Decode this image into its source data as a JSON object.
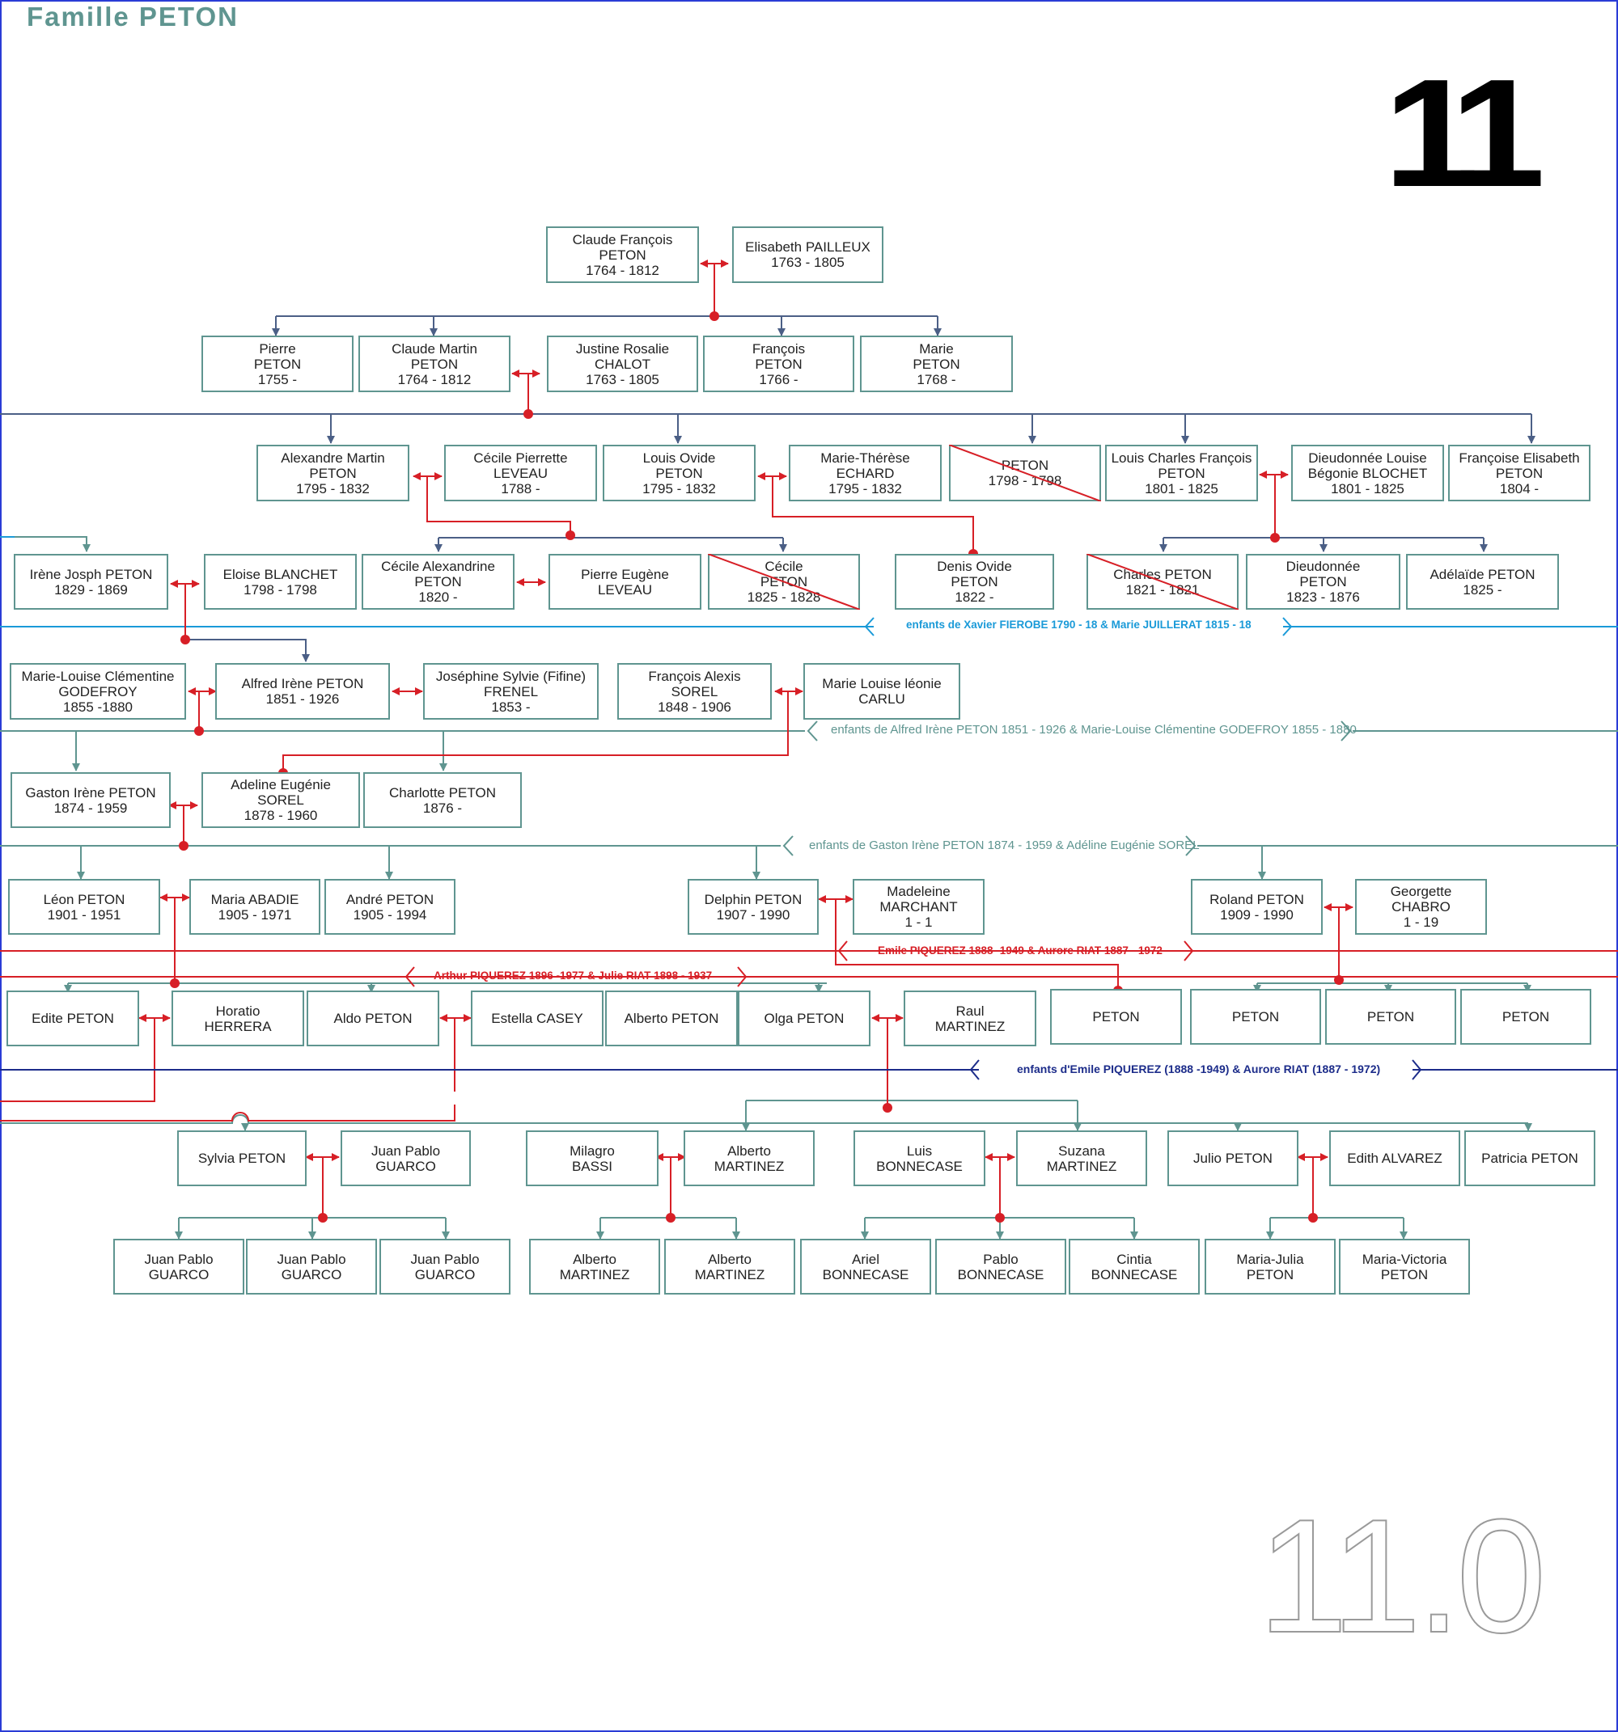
{
  "header": {
    "title": "Famille PETON",
    "page_number": "11",
    "page_code": "11.0"
  },
  "persons": [
    {
      "id": "p1",
      "lines": [
        "Claude François",
        "PETON",
        "1764 - 1812"
      ]
    },
    {
      "id": "p2",
      "lines": [
        "Elisabeth PAILLEUX",
        "1763 - 1805"
      ]
    },
    {
      "id": "p3",
      "lines": [
        "Pierre",
        "PETON",
        "1755 -"
      ]
    },
    {
      "id": "p4",
      "lines": [
        "Claude Martin",
        "PETON",
        "1764 - 1812"
      ]
    },
    {
      "id": "p5",
      "lines": [
        "Justine Rosalie",
        "CHALOT",
        "1763 - 1805"
      ]
    },
    {
      "id": "p6",
      "lines": [
        "François",
        "PETON",
        "1766 -"
      ]
    },
    {
      "id": "p7",
      "lines": [
        "Marie",
        "PETON",
        "1768 -"
      ]
    },
    {
      "id": "p8",
      "lines": [
        "Alexandre Martin",
        "PETON",
        "1795 - 1832"
      ]
    },
    {
      "id": "p9",
      "lines": [
        "Cécile Pierrette",
        "LEVEAU",
        "1788 -"
      ]
    },
    {
      "id": "p10",
      "lines": [
        "Louis Ovide",
        "PETON",
        "1795 - 1832"
      ]
    },
    {
      "id": "p11",
      "lines": [
        "Marie-Thérèse",
        "ECHARD",
        "1795 - 1832"
      ]
    },
    {
      "id": "p12",
      "lines": [
        "PETON",
        "1798 - 1798"
      ],
      "crossed": true
    },
    {
      "id": "p13",
      "lines": [
        "Louis Charles François",
        "PETON",
        "1801 - 1825"
      ]
    },
    {
      "id": "p14",
      "lines": [
        "Dieudonnée Louise",
        "Bégonie  BLOCHET",
        "1801 - 1825"
      ]
    },
    {
      "id": "p15",
      "lines": [
        "Françoise Elisabeth",
        "PETON",
        "1804 -"
      ]
    },
    {
      "id": "p16",
      "lines": [
        "Irène Josph  PETON",
        "1829 - 1869"
      ]
    },
    {
      "id": "p17",
      "lines": [
        "Eloise BLANCHET",
        "1798 - 1798"
      ]
    },
    {
      "id": "p18",
      "lines": [
        "Cécile Alexandrine",
        "PETON",
        "1820 -"
      ]
    },
    {
      "id": "p19",
      "lines": [
        "Pierre Eugène",
        "LEVEAU"
      ]
    },
    {
      "id": "p20",
      "lines": [
        "Cécile",
        "PETON",
        "1825 - 1828"
      ],
      "crossed": true
    },
    {
      "id": "p21",
      "lines": [
        "Denis Ovide",
        "PETON",
        "1822 -"
      ]
    },
    {
      "id": "p22",
      "lines": [
        "Charles PETON",
        "1821 - 1821"
      ],
      "crossed": true
    },
    {
      "id": "p23",
      "lines": [
        "Dieudonnée",
        "PETON",
        "1823 - 1876"
      ]
    },
    {
      "id": "p24",
      "lines": [
        "Adélaïde PETON",
        "1825 -"
      ]
    },
    {
      "id": "p25",
      "lines": [
        "Marie-Louise Clémentine",
        "GODEFROY",
        "1855 -1880"
      ]
    },
    {
      "id": "p26",
      "lines": [
        "Alfred Irène PETON",
        "1851 - 1926"
      ]
    },
    {
      "id": "p27",
      "lines": [
        "Joséphine Sylvie (Fifine)",
        "FRENEL",
        "1853 -"
      ]
    },
    {
      "id": "p28",
      "lines": [
        "François Alexis",
        "SOREL",
        "1848 - 1906"
      ]
    },
    {
      "id": "p29",
      "lines": [
        "Marie Louise léonie",
        "CARLU"
      ]
    },
    {
      "id": "p30",
      "lines": [
        "Gaston Irène PETON",
        "1874 -  1959"
      ]
    },
    {
      "id": "p31",
      "lines": [
        "Adeline Eugénie",
        "SOREL",
        "1878 - 1960"
      ]
    },
    {
      "id": "p32",
      "lines": [
        "Charlotte PETON",
        "1876 -"
      ]
    },
    {
      "id": "p33",
      "lines": [
        "Léon PETON",
        "1901 -  1951"
      ]
    },
    {
      "id": "p34",
      "lines": [
        "Maria ABADIE",
        "1905 -  1971"
      ]
    },
    {
      "id": "p35",
      "lines": [
        "André PETON",
        "1905 -  1994"
      ]
    },
    {
      "id": "p36",
      "lines": [
        "Delphin PETON",
        "1907 -  1990"
      ]
    },
    {
      "id": "p37",
      "lines": [
        "Madeleine",
        "MARCHANT",
        "1 -  1"
      ]
    },
    {
      "id": "p38",
      "lines": [
        "Roland PETON",
        "1909 -  1990"
      ]
    },
    {
      "id": "p39",
      "lines": [
        "Georgette",
        "CHABRO",
        "1 -  19"
      ]
    },
    {
      "id": "p40",
      "lines": [
        "Edite PETON"
      ]
    },
    {
      "id": "p41",
      "lines": [
        "Horatio",
        "HERRERA"
      ]
    },
    {
      "id": "p42",
      "lines": [
        "Aldo PETON"
      ]
    },
    {
      "id": "p43",
      "lines": [
        "Estella CASEY"
      ]
    },
    {
      "id": "p44",
      "lines": [
        "Alberto PETON"
      ]
    },
    {
      "id": "p45",
      "lines": [
        "Olga PETON"
      ]
    },
    {
      "id": "p46",
      "lines": [
        "Raul",
        "MARTINEZ"
      ]
    },
    {
      "id": "p47",
      "lines": [
        "PETON"
      ]
    },
    {
      "id": "p48",
      "lines": [
        "PETON"
      ]
    },
    {
      "id": "p49",
      "lines": [
        "PETON"
      ]
    },
    {
      "id": "p50",
      "lines": [
        "PETON"
      ]
    },
    {
      "id": "p51",
      "lines": [
        "Sylvia PETON"
      ]
    },
    {
      "id": "p52",
      "lines": [
        "Juan Pablo",
        "GUARCO"
      ]
    },
    {
      "id": "p53",
      "lines": [
        "Milagro",
        "BASSI"
      ]
    },
    {
      "id": "p54",
      "lines": [
        "Alberto",
        "MARTINEZ"
      ]
    },
    {
      "id": "p55",
      "lines": [
        "Luis",
        "BONNECASE"
      ]
    },
    {
      "id": "p56",
      "lines": [
        "Suzana",
        "MARTINEZ"
      ]
    },
    {
      "id": "p57",
      "lines": [
        "Julio PETON"
      ]
    },
    {
      "id": "p58",
      "lines": [
        "Edith ALVAREZ"
      ]
    },
    {
      "id": "p59",
      "lines": [
        "Patricia PETON"
      ]
    },
    {
      "id": "p60",
      "lines": [
        "Juan Pablo",
        "GUARCO"
      ]
    },
    {
      "id": "p61",
      "lines": [
        "Juan Pablo",
        "GUARCO"
      ]
    },
    {
      "id": "p62",
      "lines": [
        "Juan Pablo",
        "GUARCO"
      ]
    },
    {
      "id": "p63",
      "lines": [
        "Alberto",
        "MARTINEZ"
      ]
    },
    {
      "id": "p64",
      "lines": [
        "Alberto",
        "MARTINEZ"
      ]
    },
    {
      "id": "p65",
      "lines": [
        "Ariel",
        "BONNECASE"
      ]
    },
    {
      "id": "p66",
      "lines": [
        "Pablo",
        "BONNECASE"
      ]
    },
    {
      "id": "p67",
      "lines": [
        "Cintia",
        "BONNECASE"
      ]
    },
    {
      "id": "p68",
      "lines": [
        "Maria-Julia",
        "PETON"
      ]
    },
    {
      "id": "p69",
      "lines": [
        "Maria-Victoria",
        "PETON"
      ]
    }
  ],
  "family_labels": [
    {
      "id": "f1",
      "text": "enfants de Xavier FIEROBE 1790 - 18   &  Marie JUILLERAT 1815 - 18",
      "style": "blue"
    },
    {
      "id": "f2",
      "text": "enfants de Alfred Irène PETON 1851 - 1926 & Marie-Louise Clémentine GODEFROY 1855 - 1880",
      "style": "teal"
    },
    {
      "id": "f3",
      "text": "enfants de Gaston Irène PETON 1874 - 1959 & Adéline Eugénie SOREL",
      "style": "teal"
    },
    {
      "id": "f4",
      "text": "Emile PIQUEREZ 1888 -1949 & Aurore RIAT 1887 - 1972",
      "style": "red"
    },
    {
      "id": "f5",
      "text": "Arthur PIQUEREZ 1896 -1977 & Julie RIAT 1898 - 1937",
      "style": "red"
    },
    {
      "id": "f6",
      "text": "enfants d'Emile PIQUEREZ (1888 -1949) & Aurore RIAT (1887 - 1972)",
      "style": "navy"
    }
  ],
  "colors": {
    "line_red": "#d71f26",
    "line_slate": "#4b5f86",
    "line_teal": "#5f9590",
    "line_blue": "#1a9ad8",
    "line_navy": "#1c2c8a",
    "border": "#2a3cd6"
  }
}
